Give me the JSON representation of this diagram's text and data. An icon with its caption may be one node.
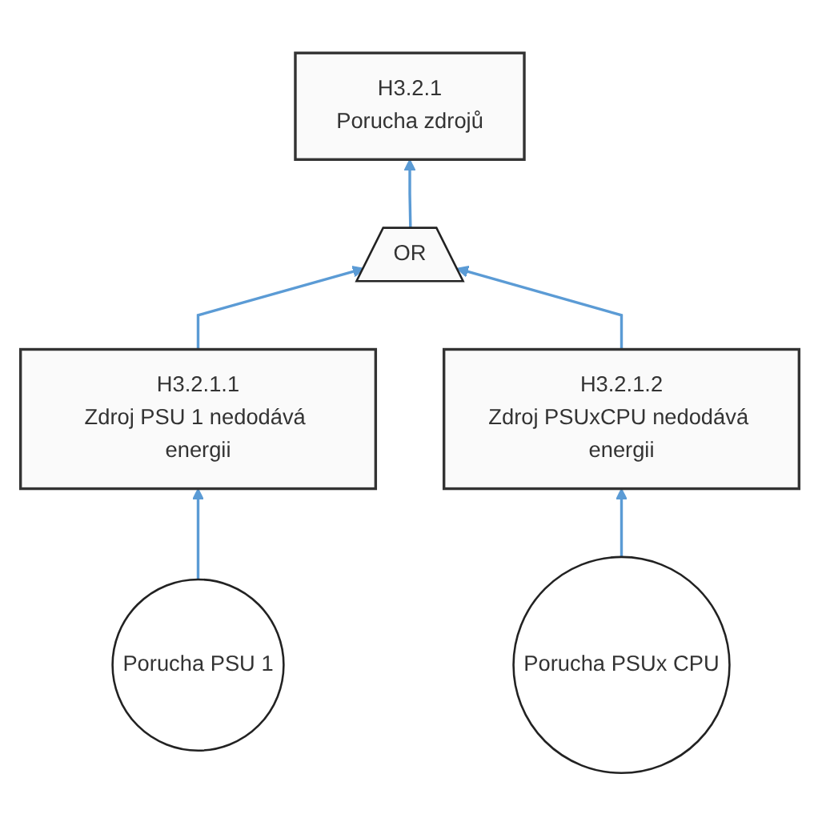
{
  "diagram": {
    "nodes": [
      {
        "text": [
          "H3.2.1",
          "Porucha zdrojů"
        ]
      },
      {
        "text": [
          "OR"
        ]
      },
      {
        "text": [
          "H3.2.1.1",
          "Zdroj PSU 1 nedodává energii"
        ]
      },
      {
        "text": [
          "H3.2.1.2",
          "Zdroj PSUxCPU nedodává energii"
        ]
      },
      {
        "text": [
          "Porucha PSU 1"
        ]
      },
      {
        "text": [
          "Porucha PSUx CPU"
        ]
      }
    ],
    "edges": [
      {
        "from": 1,
        "to": 0,
        "arrow": "to"
      },
      {
        "from": 2,
        "to": 1,
        "arrow": "to"
      },
      {
        "from": 3,
        "to": 1,
        "arrow": "to"
      },
      {
        "from": 4,
        "to": 2,
        "arrow": "to"
      },
      {
        "from": 5,
        "to": 3,
        "arrow": "to"
      }
    ]
  }
}
